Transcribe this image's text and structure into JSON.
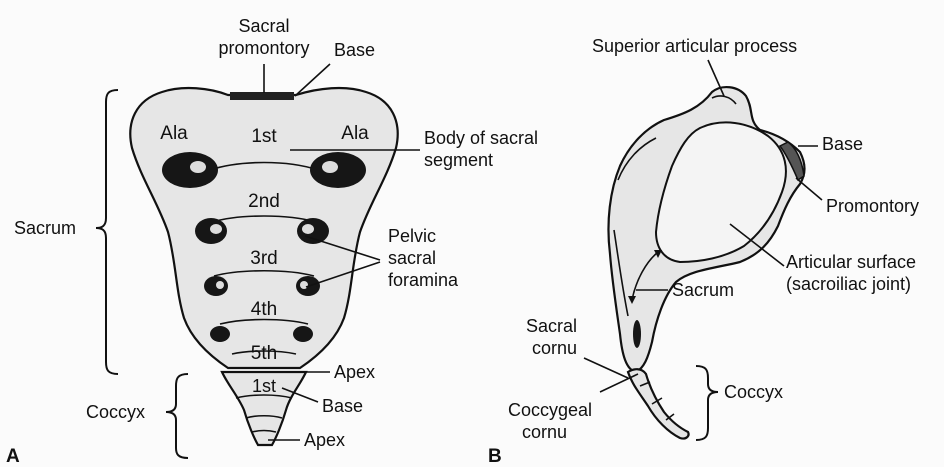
{
  "panel_a": {
    "letter": "A",
    "segments": [
      "1st",
      "2nd",
      "3rd",
      "4th",
      "5th"
    ],
    "ala_left": "Ala",
    "ala_right": "Ala",
    "coccyx_segment": "1st",
    "labels": {
      "sacral_promontory_line1": "Sacral",
      "sacral_promontory_line2": "promontory",
      "base": "Base",
      "body_line1": "Body of sacral",
      "body_line2": "segment",
      "sacrum": "Sacrum",
      "pelvic_line1": "Pelvic",
      "pelvic_line2": "sacral",
      "pelvic_line3": "foramina",
      "apex": "Apex",
      "coccyx": "Coccyx",
      "coccyx_base": "Base",
      "coccyx_apex": "Apex"
    }
  },
  "panel_b": {
    "letter": "B",
    "labels": {
      "superior_articular_process": "Superior articular process",
      "base": "Base",
      "promontory": "Promontory",
      "articular_line1": "Articular surface",
      "articular_line2": "(sacroiliac joint)",
      "sacrum": "Sacrum",
      "sacral_cornu_line1": "Sacral",
      "sacral_cornu_line2": "cornu",
      "coccyx": "Coccyx",
      "coccygeal_cornu_line1": "Coccygeal",
      "coccygeal_cornu_line2": "cornu"
    }
  }
}
